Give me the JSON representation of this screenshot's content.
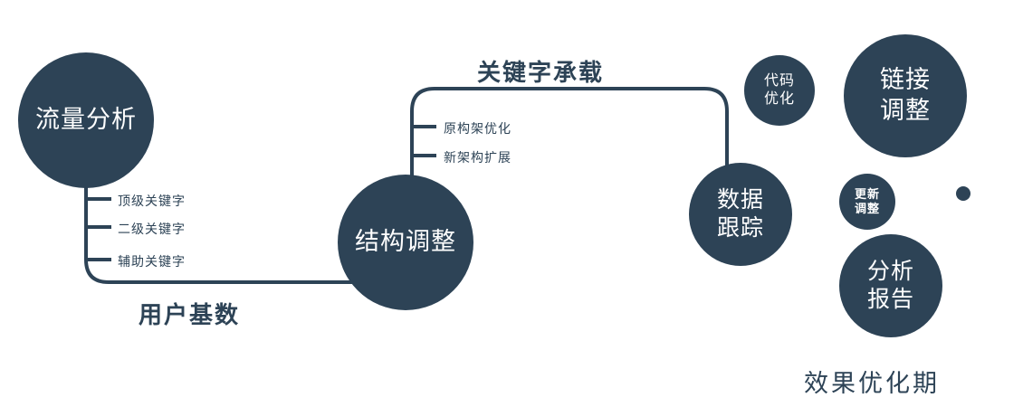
{
  "diagram": {
    "colors": {
      "primary": "#2D4356",
      "text_on_circle": "#FFFFFF"
    },
    "circles": {
      "traffic": {
        "label": "流量分析"
      },
      "structure": {
        "label": "结构调整"
      },
      "data_tracking": {
        "line1": "数据",
        "line2": "跟踪"
      },
      "code_opt": {
        "line1": "代码",
        "line2": "优化"
      },
      "link_adjust": {
        "line1": "链接",
        "line2": "调整"
      },
      "update_adjust": {
        "line1": "更新",
        "line2": "调整"
      },
      "analysis_report": {
        "line1": "分析",
        "line2": "报告"
      }
    },
    "edge_labels": {
      "user_base": "用户基数",
      "keyword_bearing": "关键字承载"
    },
    "branch_labels": {
      "traffic": [
        "顶级关键字",
        "二级关键字",
        "辅助关键字"
      ],
      "structure": [
        "原构架优化",
        "新架构扩展"
      ]
    },
    "footer": "效果优化期"
  }
}
